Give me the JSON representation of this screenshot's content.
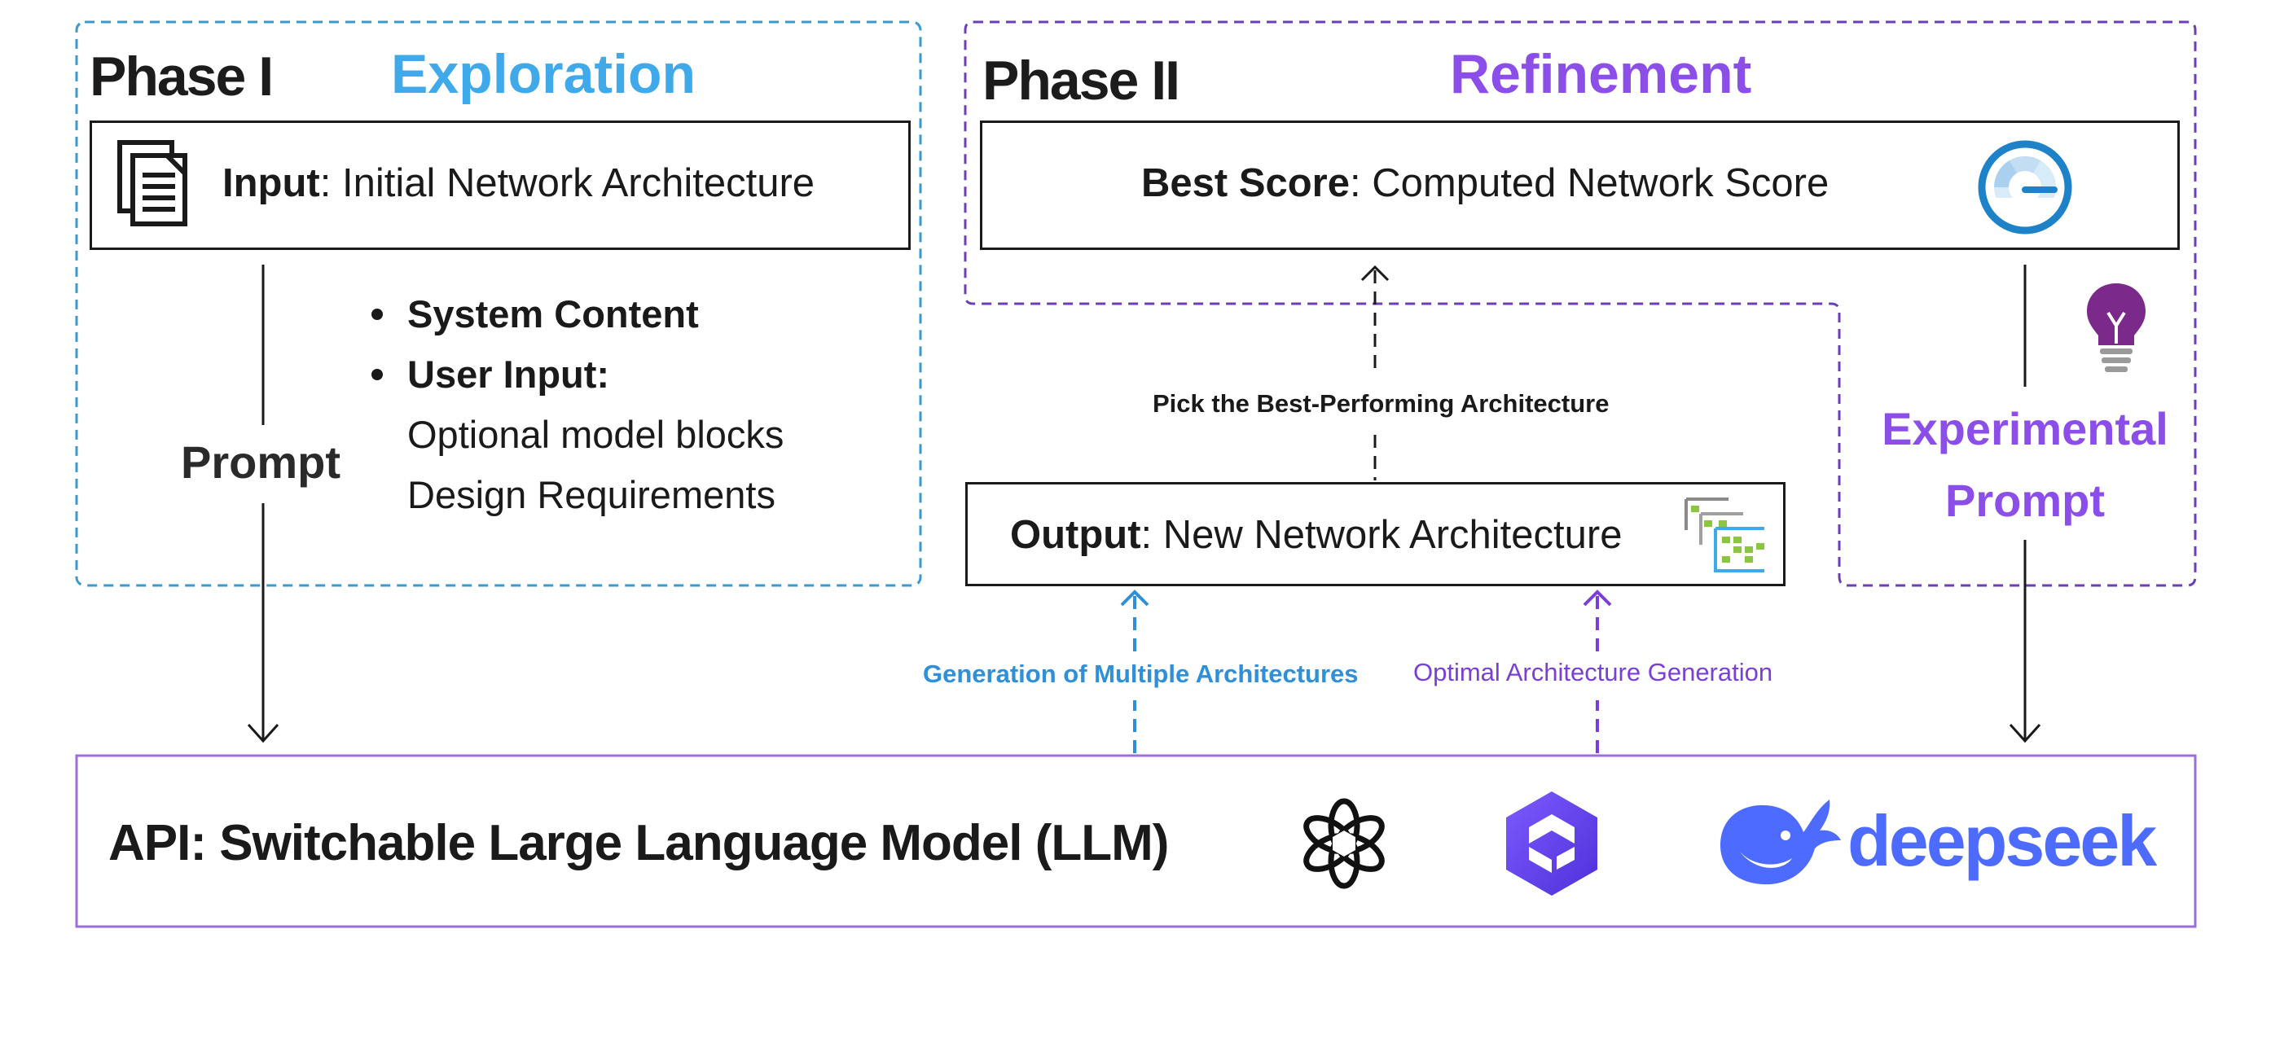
{
  "phase1": {
    "label": "Phase I",
    "title": "Exploration",
    "input_bold": "Input",
    "input_rest": ": Initial Network Architecture",
    "bullets": [
      "System Content",
      "User Input:"
    ],
    "sub_items": [
      "Optional model blocks",
      "Design Requirements"
    ],
    "prompt_label": "Prompt",
    "icon": "document-icon"
  },
  "phase2": {
    "label": "Phase II",
    "title": "Refinement",
    "best_bold": "Best Score",
    "best_rest": ": Computed Network Score",
    "output_bold": "Output",
    "output_rest": ": New Network Architecture",
    "pick_label": "Pick the Best-Performing Architecture",
    "experimental_line1": "Experimental",
    "experimental_line2": "Prompt",
    "icons": [
      "speedometer-icon",
      "lightbulb-icon",
      "network-architecture-icon"
    ]
  },
  "flows": {
    "generation_multiple": "Generation of Multiple Architectures",
    "optimal_generation": "Optimal Architecture Generation"
  },
  "api": {
    "text": "API: Switchable Large Language Model (LLM)",
    "logos": [
      "openai-logo",
      "qwen-logo",
      "deepseek-logo"
    ],
    "deepseek_label": "deepseek"
  },
  "colors": {
    "exploration": "#3fa9ea",
    "refinement": "#8c4ee8",
    "phase1_border": "#3a9ad0",
    "phase2_border": "#6a3fb8",
    "api_border": "#9b6fd9",
    "deepseek": "#4d6bfe",
    "generation_multiple": "#2f8fd8",
    "optimal_generation": "#7a3fd6"
  }
}
